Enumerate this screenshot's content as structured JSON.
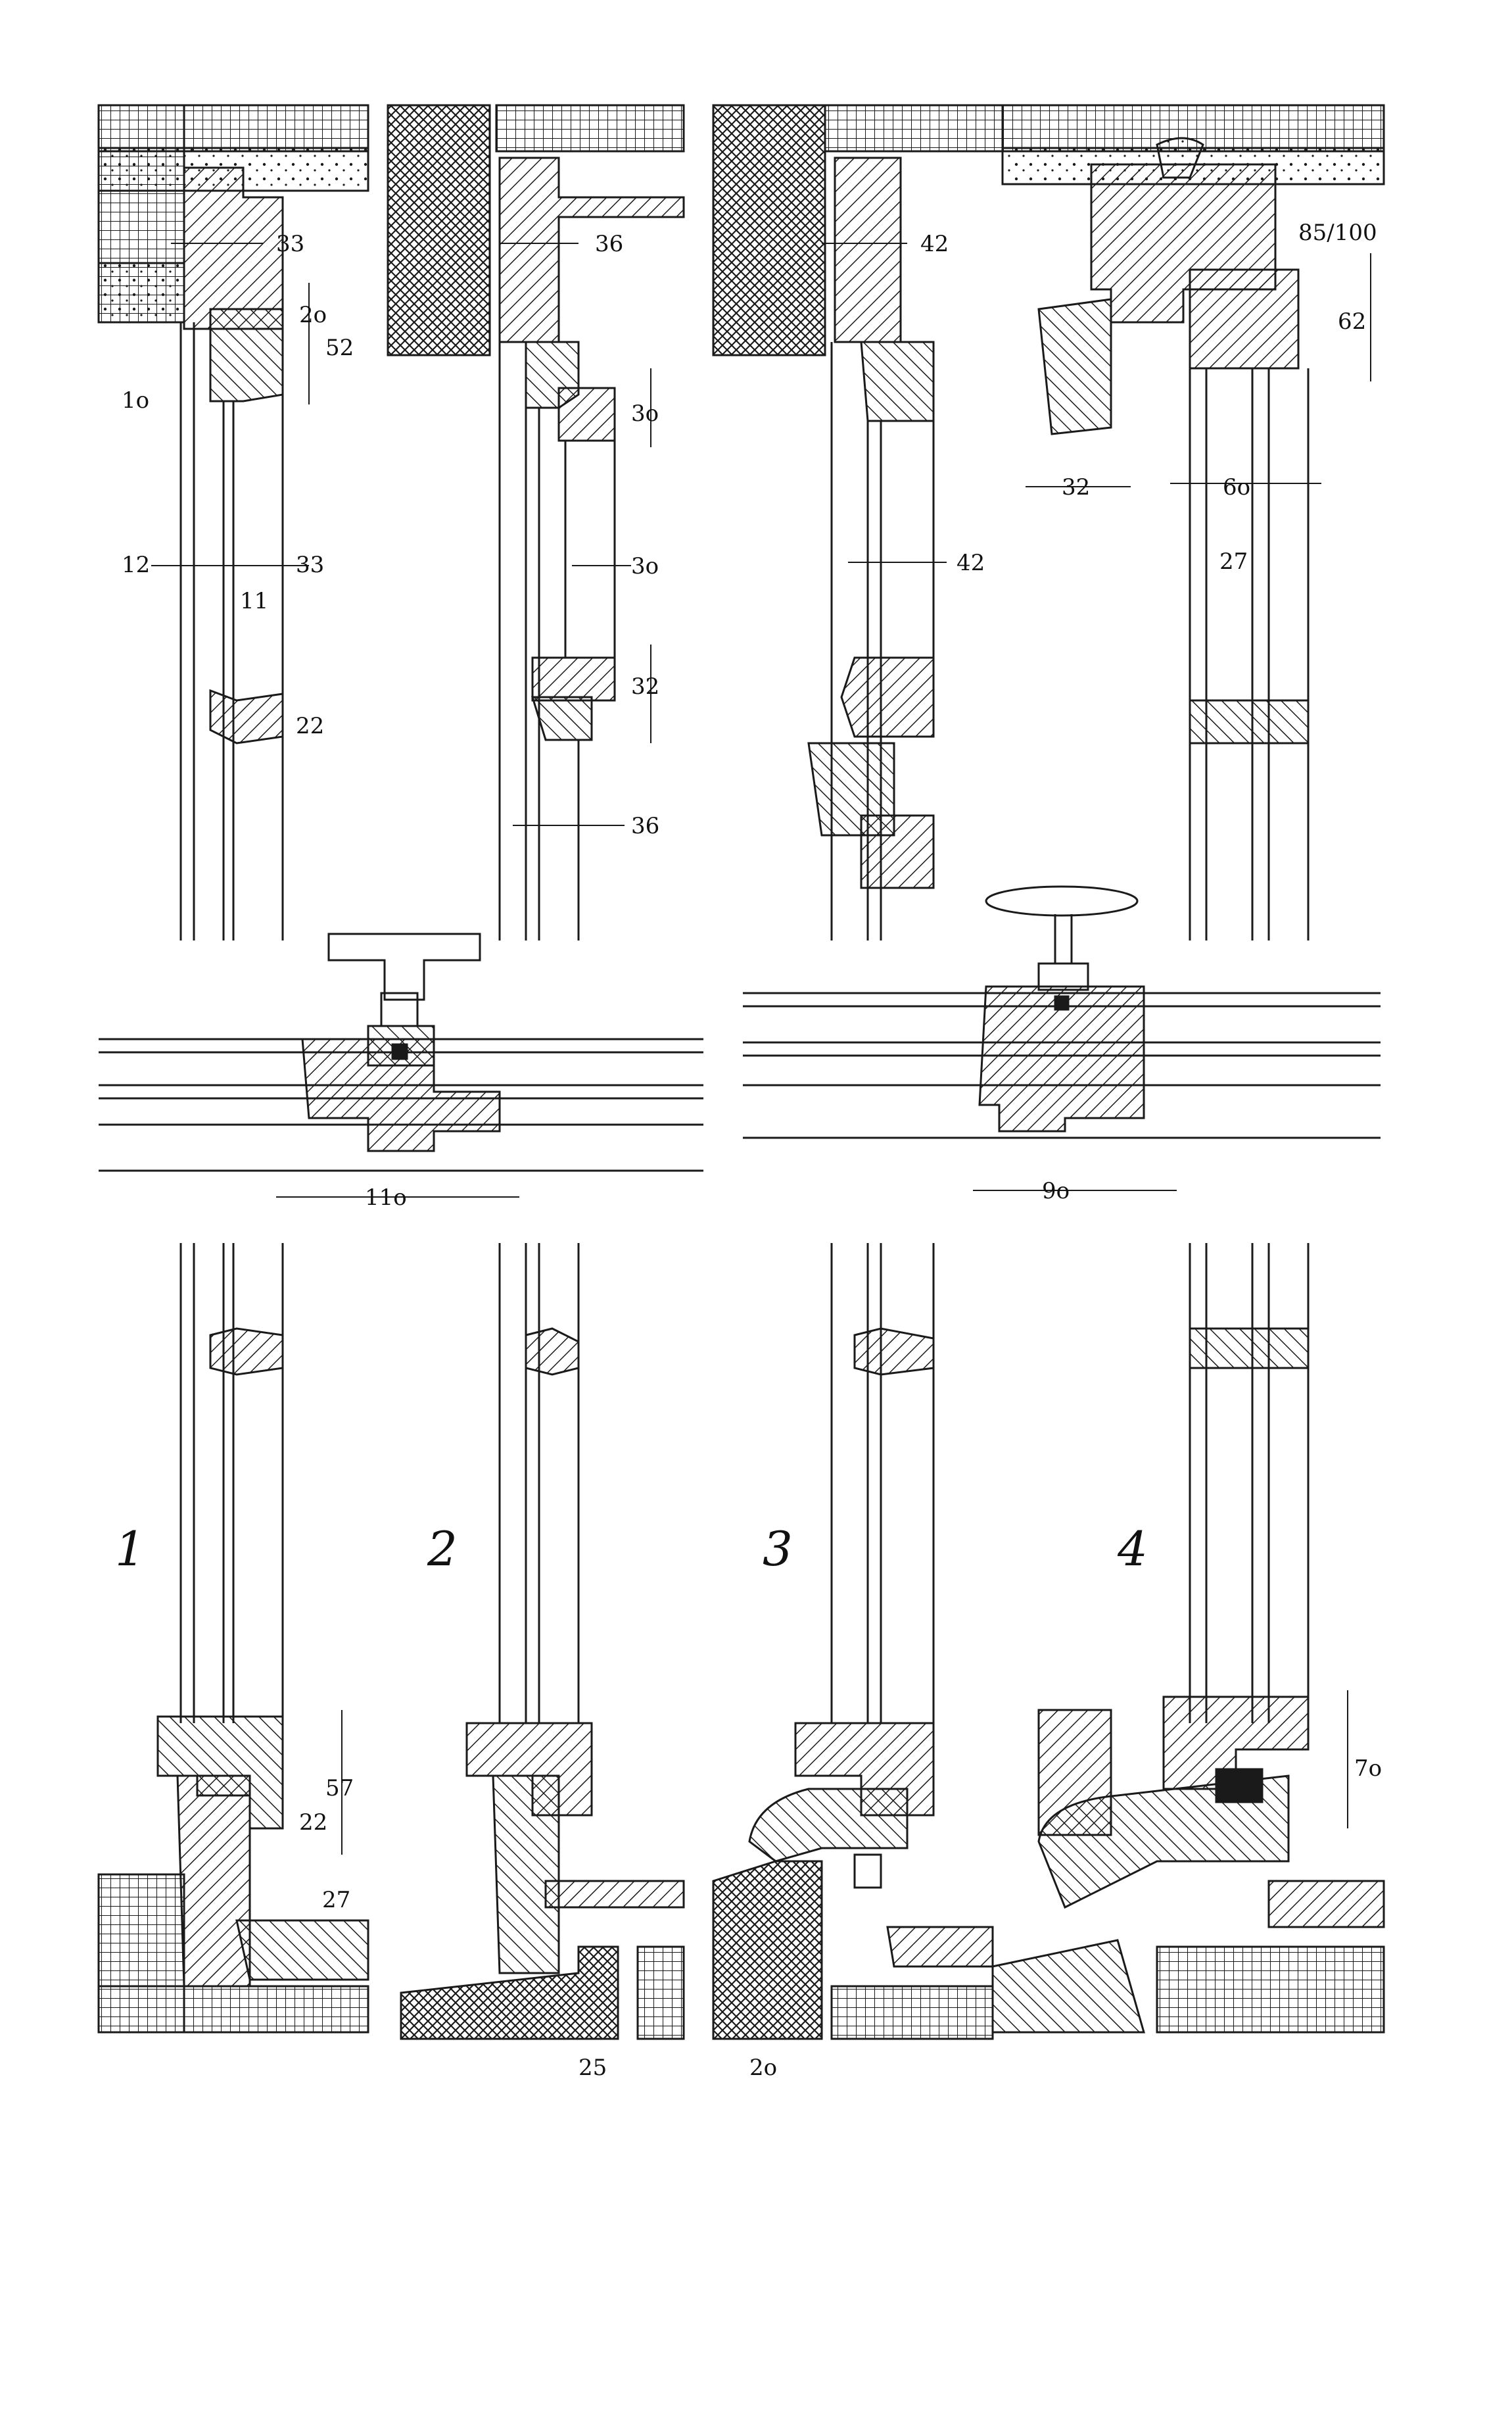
{
  "figure_numbers": [
    "1",
    "2",
    "3",
    "4"
  ],
  "details": [
    {
      "number": "1",
      "head_dims": [
        "33",
        "2o",
        "52",
        "1o",
        "12",
        "33",
        "11",
        "22"
      ],
      "sill_dims": [
        "57",
        "22",
        "27"
      ]
    },
    {
      "number": "2",
      "head_dims": [
        "36",
        "3o",
        "3o",
        "32",
        "36"
      ],
      "sill_dims": [
        "25"
      ]
    },
    {
      "number": "3",
      "head_dims": [
        "42",
        "42"
      ],
      "sill_dims": [
        "2o"
      ]
    },
    {
      "number": "4",
      "head_dims": [
        "85/100",
        "62",
        "32",
        "6o",
        "27"
      ],
      "sill_dims": [
        "7o"
      ]
    }
  ],
  "plan_sections": [
    {
      "dim": "11o"
    },
    {
      "dim": "9o"
    }
  ],
  "hatch_colors": {
    "line": "#1a1a1a",
    "paper": "#ffffff"
  }
}
